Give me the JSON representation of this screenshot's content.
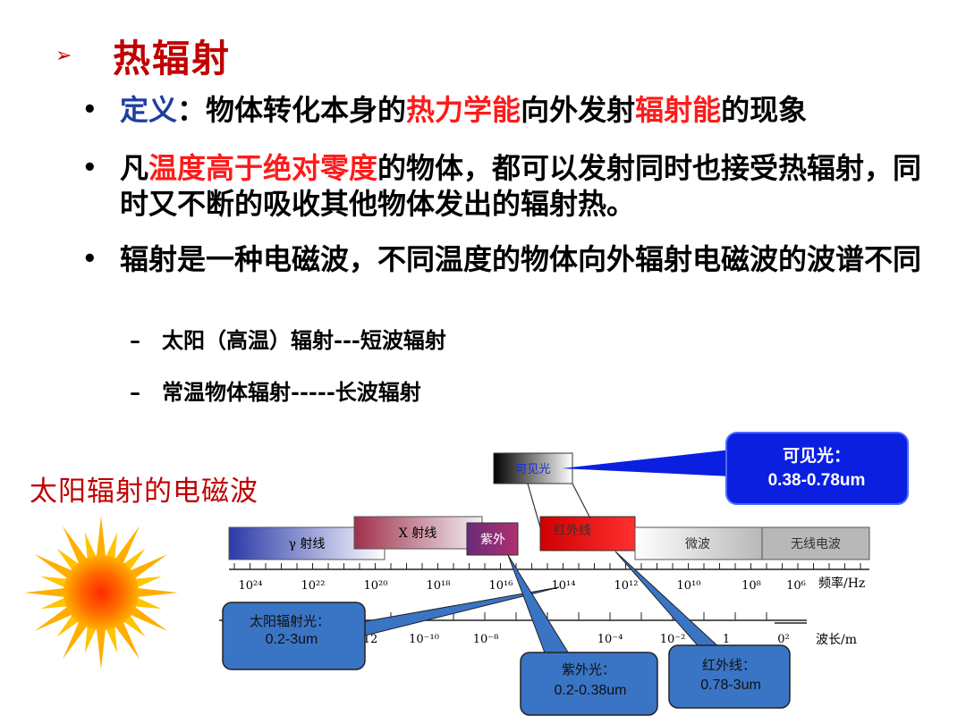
{
  "heading": {
    "arrow": "➢",
    "title": "热辐射"
  },
  "bullets": {
    "b1": {
      "dot": "•",
      "term": "定义",
      "colon": "：",
      "pre": "物体转化本身的",
      "hl1": "热力学能",
      "mid": "向外发射",
      "hl2": "辐射能",
      "post": "的现象"
    },
    "b2": {
      "dot": "•",
      "pre": "凡",
      "hl": "温度高于绝对零度",
      "post": "的物体，都可以发射同时也接受热辐射，同时又不断的吸收其他物体发出的辐射热。"
    },
    "b3": {
      "dot": "•",
      "text": "辐射是一种电磁波，不同温度的物体向外辐射电磁波的波谱不同"
    }
  },
  "sub_items": [
    {
      "dash": "–",
      "text": "太阳（高温）辐射---短波辐射"
    },
    {
      "dash": "–",
      "text": "常温物体辐射-----长波辐射"
    }
  ],
  "diagram": {
    "label": "太阳辐射的电磁波",
    "bands": {
      "gamma": "γ 射线",
      "xray": "X 射线",
      "uv": "紫外",
      "ir": "红外线",
      "microwave": "微波",
      "radio": "无线电波",
      "visible": "可见光"
    },
    "freq_ticks": [
      "10²⁴",
      "10²²",
      "10²⁰",
      "10¹⁸",
      "10¹⁶",
      "10¹⁴",
      "10¹²",
      "10¹⁰",
      "10⁸",
      "10⁶"
    ],
    "freq_unit": "频率/Hz",
    "wave_ticks": [
      "12",
      "10⁻¹⁰",
      "10⁻⁸",
      "10⁻⁴",
      "10⁻²",
      "1",
      "0²"
    ],
    "wave_unit": "波长/m",
    "callouts": {
      "visible": {
        "title": "可见光：",
        "range": "0.38-0.78um"
      },
      "solar": {
        "title": "太阳辐射光：",
        "range": "0.2-3um"
      },
      "uv": {
        "title": "紫外光：",
        "range": "0.2-0.38um"
      },
      "ir": {
        "title": "红外线：",
        "range": "0.78-3um"
      }
    }
  },
  "colors": {
    "title": "#c00000",
    "highlight": "#ff1a1a",
    "term": "#1f3f9f",
    "callout_fill": "#3a74c4",
    "callout_visible": "#0a1fe0"
  }
}
